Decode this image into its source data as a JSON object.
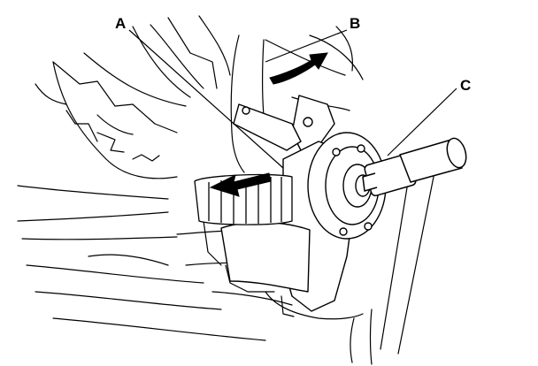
{
  "figure": {
    "callouts": [
      {
        "id": "A",
        "label": "A"
      },
      {
        "id": "B",
        "label": "B"
      },
      {
        "id": "C",
        "label": "C"
      }
    ],
    "colors": {
      "line": "#000000",
      "fill": "#ffffff",
      "arrow": "#000000"
    }
  }
}
